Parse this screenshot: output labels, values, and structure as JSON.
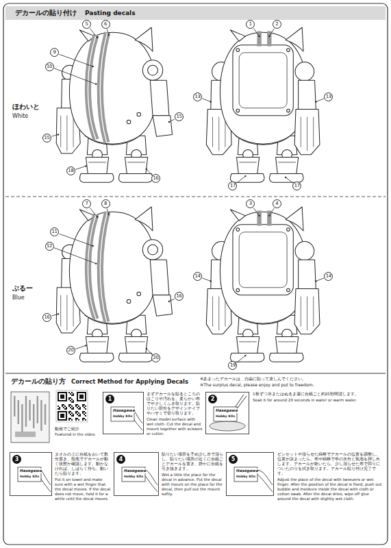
{
  "diagram": {
    "nodes": [
      {
        "text": [
          "デカールの貼り付け",
          "Pasting decals"
        ]
      },
      {
        "text": [
          "1",
          "Hasegawa",
          "Hobby Kits"
        ]
      },
      {
        "text": [
          "2",
          "Hasegawa",
          "Hobby Kits"
        ]
      },
      {
        "text": [
          "3",
          "Hasegawa",
          "Hobby Kits"
        ]
      },
      {
        "text": [
          "4",
          "Hasegawa",
          "Hobby Kits"
        ]
      },
      {
        "text": [
          "5",
          "Hasegawa",
          "Hobby Kits"
        ]
      }
    ],
    "labels": [
      "ほわいと",
      "White",
      "ぶるー",
      "Blue",
      "5",
      "6",
      "9",
      "10",
      "15",
      "15",
      "18",
      "16",
      "1",
      "2",
      "13",
      "13",
      "17",
      "17",
      "7",
      "8",
      "11",
      "12",
      "16",
      "16",
      "20",
      "20",
      "3",
      "4",
      "14",
      "14",
      "19",
      "デカールの貼り方",
      "Correct Method for Applying Decals",
      "※あまったデカールは、自由に貼って楽しんでください。",
      "※The surplus decal, please enjoy and put to freedom.",
      "動画でご紹介",
      "Featured in the video",
      "まずデカールを貼るところのほこりや汚れを、柔らかい布でやさしくふき取ります。貼りたい部分をデザインナイフやハサミで切り取ります。",
      "Clean model surface with wet cloth. Cut the decal and mount together with scissors or cutter.",
      "1枚ずつ水またはぬるま湯に台紙ごと約20秒間浸します。",
      "Soak it for around 20 seconds in water or warm water.",
      "タオルの上に台紙をおいて数分置き、指先でデカールが動く状態か確認します。動かなければ、しばらく待ち、動いたら貼ります。",
      "Put it on towel and make sure with a wet finger that the decal moves. If the decal does not move, hold it for a while until the decal moves.",
      "貼りたい場所を予め少し水で湿らし、貼りたい場所の近くに台紙ごとデカールを置き、静かに台紙を引き抜きます。",
      "Wet a little the place for the decal in advance. Put the decal with mount on the place for the decal, then pull out the mount softly.",
      "ピンセットや湿らせた綿棒でデカールの位置を調整し、位置が決まったら、布や綿棒で中の水分と気泡を押し出します。デカールが乾いたら、少し湿らせた布で回りについたのりを拭き取ります。デカール貼り付け完了です。",
      "Adjust the place of the decal with tweezers or wet finger. After the position of the decal is fixed, push out bubble and moisture inside the decal with cloth or cotton swab. After the decal dries, wipe off glue around the decal with slightly wet cloth."
    ]
  }
}
